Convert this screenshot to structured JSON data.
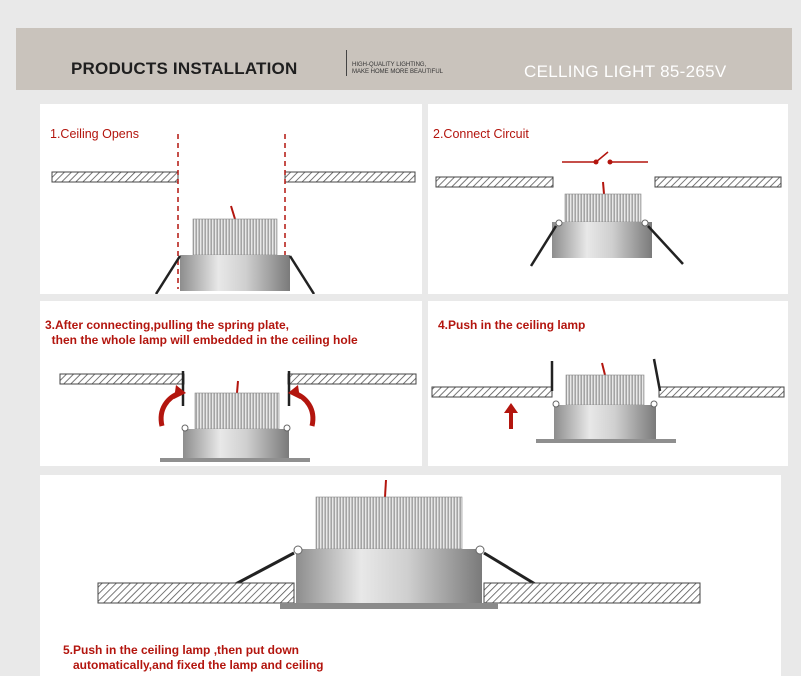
{
  "header": {
    "title": "PRODUCTS INSTALLATION",
    "tagline_line1": "HIGH-QUALITY LIGHTING,",
    "tagline_line2": "MAKE HOME MORE BEAUTIFUL",
    "product": "CELLING LIGHT  85-265V"
  },
  "steps": [
    {
      "line1": "1.Ceiling Opens"
    },
    {
      "line1": "2.Connect Circuit"
    },
    {
      "line1": "3.After connecting,pulling the spring plate,",
      "line2": "  then the whole lamp will embedded in the ceiling hole"
    },
    {
      "line1": "4.Push in the ceiling lamp"
    },
    {
      "line1": "5.Push in the ceiling lamp ,then put down",
      "line2": "   automatically,and fixed the lamp and ceiling"
    }
  ],
  "colors": {
    "accent": "#b3150e",
    "header_bg": "#c9c3bc"
  }
}
